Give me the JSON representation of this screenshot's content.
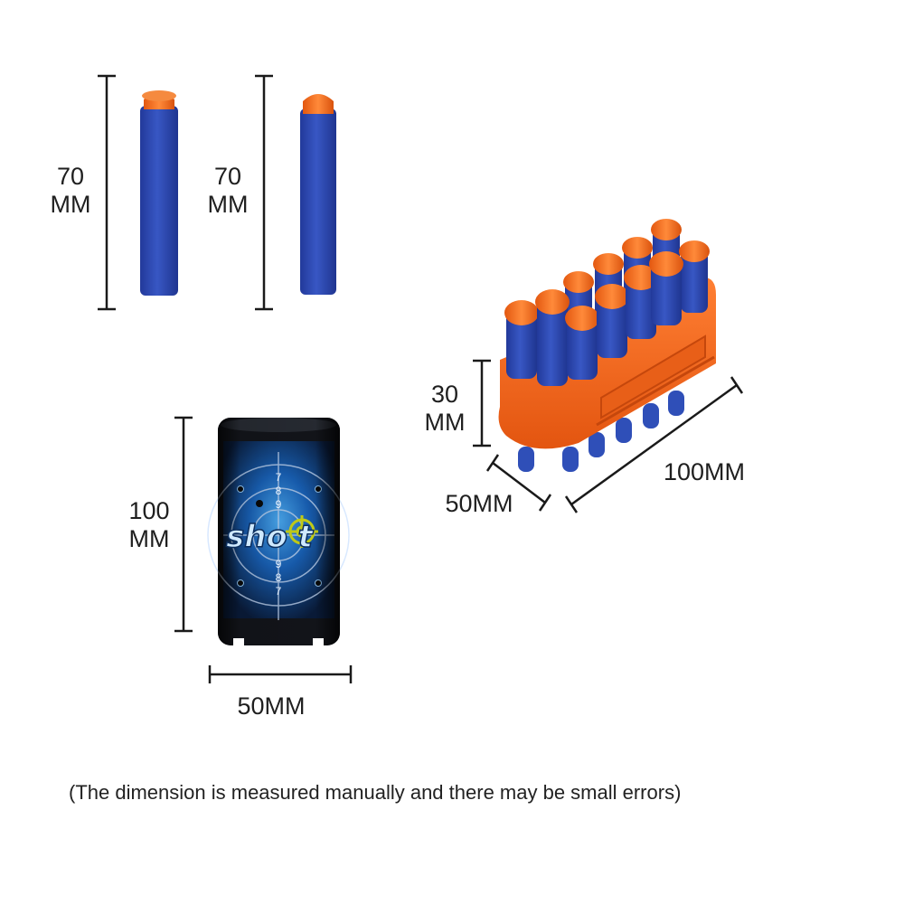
{
  "labels": {
    "dart_suction_height": "70\nMM",
    "dart_round_height": "70\nMM",
    "can_height": "100\nMM",
    "can_width": "50MM",
    "holder_height": "30\nMM",
    "holder_depth": "50MM",
    "holder_length": "100MM"
  },
  "can_graphic": {
    "word": "sho t",
    "numbers_top": [
      "7",
      "8",
      "9"
    ],
    "numbers_bottom": [
      "9",
      "8",
      "7"
    ]
  },
  "note": "(The dimension is measured manually and there may be small errors)",
  "colors": {
    "dart_blue": "#2f4fb8",
    "tip_orange": "#f36a1d",
    "holder_orange": "#f5691f",
    "can_dark": "#14161c",
    "can_blue": "#1e7fd6",
    "target_yellow": "#d7e21a",
    "line": "#1a1a1a"
  }
}
